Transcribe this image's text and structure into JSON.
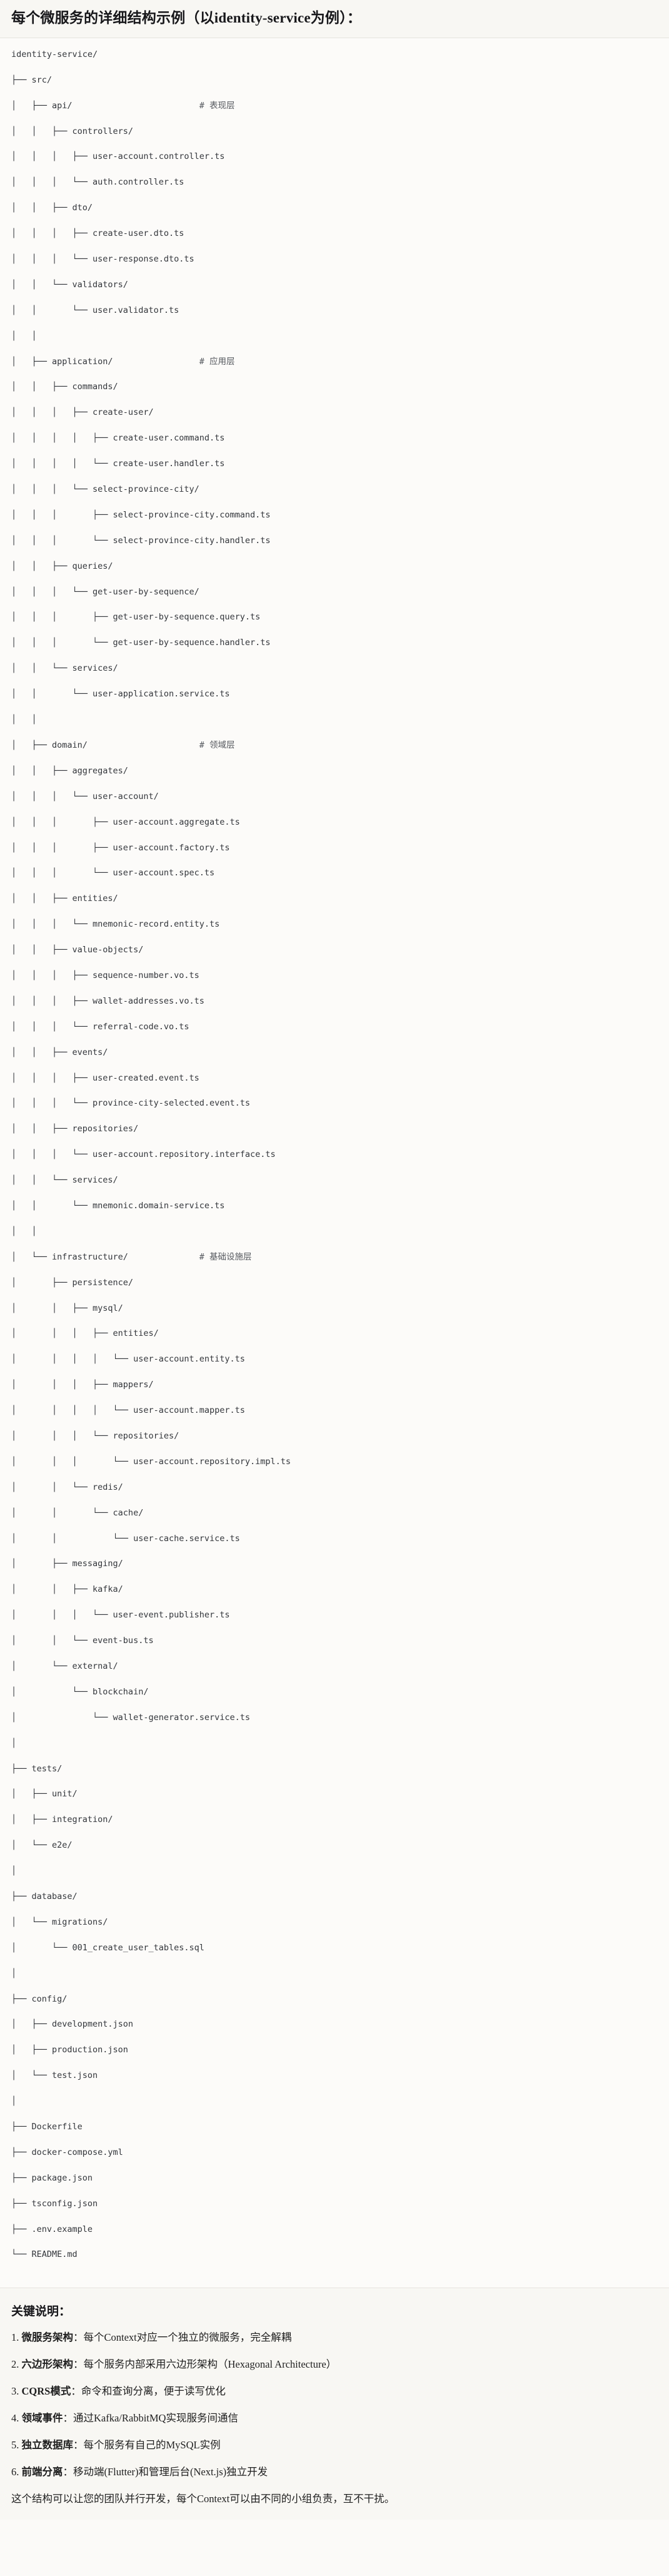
{
  "header": {
    "title": "每个微服务的详细结构示例（以identity-service为例）："
  },
  "tree": {
    "root": "identity-service/",
    "comments": {
      "api": "# 表现层",
      "application": "# 应用层",
      "domain": "# 领域层",
      "infrastructure": "# 基础设施层"
    },
    "lines": [
      {
        "text": "identity-service/",
        "comment": ""
      },
      {
        "text": "├── src/",
        "comment": ""
      },
      {
        "text": "│   ├── api/",
        "comment": "# 表现层"
      },
      {
        "text": "│   │   ├── controllers/",
        "comment": ""
      },
      {
        "text": "│   │   │   ├── user-account.controller.ts",
        "comment": ""
      },
      {
        "text": "│   │   │   └── auth.controller.ts",
        "comment": ""
      },
      {
        "text": "│   │   ├── dto/",
        "comment": ""
      },
      {
        "text": "│   │   │   ├── create-user.dto.ts",
        "comment": ""
      },
      {
        "text": "│   │   │   └── user-response.dto.ts",
        "comment": ""
      },
      {
        "text": "│   │   └── validators/",
        "comment": ""
      },
      {
        "text": "│   │       └── user.validator.ts",
        "comment": ""
      },
      {
        "text": "│   │",
        "comment": ""
      },
      {
        "text": "│   ├── application/",
        "comment": "# 应用层"
      },
      {
        "text": "│   │   ├── commands/",
        "comment": ""
      },
      {
        "text": "│   │   │   ├── create-user/",
        "comment": ""
      },
      {
        "text": "│   │   │   │   ├── create-user.command.ts",
        "comment": ""
      },
      {
        "text": "│   │   │   │   └── create-user.handler.ts",
        "comment": ""
      },
      {
        "text": "│   │   │   └── select-province-city/",
        "comment": ""
      },
      {
        "text": "│   │   │       ├── select-province-city.command.ts",
        "comment": ""
      },
      {
        "text": "│   │   │       └── select-province-city.handler.ts",
        "comment": ""
      },
      {
        "text": "│   │   ├── queries/",
        "comment": ""
      },
      {
        "text": "│   │   │   └── get-user-by-sequence/",
        "comment": ""
      },
      {
        "text": "│   │   │       ├── get-user-by-sequence.query.ts",
        "comment": ""
      },
      {
        "text": "│   │   │       └── get-user-by-sequence.handler.ts",
        "comment": ""
      },
      {
        "text": "│   │   └── services/",
        "comment": ""
      },
      {
        "text": "│   │       └── user-application.service.ts",
        "comment": ""
      },
      {
        "text": "│   │",
        "comment": ""
      },
      {
        "text": "│   ├── domain/",
        "comment": "# 领域层"
      },
      {
        "text": "│   │   ├── aggregates/",
        "comment": ""
      },
      {
        "text": "│   │   │   └── user-account/",
        "comment": ""
      },
      {
        "text": "│   │   │       ├── user-account.aggregate.ts",
        "comment": ""
      },
      {
        "text": "│   │   │       ├── user-account.factory.ts",
        "comment": ""
      },
      {
        "text": "│   │   │       └── user-account.spec.ts",
        "comment": ""
      },
      {
        "text": "│   │   ├── entities/",
        "comment": ""
      },
      {
        "text": "│   │   │   └── mnemonic-record.entity.ts",
        "comment": ""
      },
      {
        "text": "│   │   ├── value-objects/",
        "comment": ""
      },
      {
        "text": "│   │   │   ├── sequence-number.vo.ts",
        "comment": ""
      },
      {
        "text": "│   │   │   ├── wallet-addresses.vo.ts",
        "comment": ""
      },
      {
        "text": "│   │   │   └── referral-code.vo.ts",
        "comment": ""
      },
      {
        "text": "│   │   ├── events/",
        "comment": ""
      },
      {
        "text": "│   │   │   ├── user-created.event.ts",
        "comment": ""
      },
      {
        "text": "│   │   │   └── province-city-selected.event.ts",
        "comment": ""
      },
      {
        "text": "│   │   ├── repositories/",
        "comment": ""
      },
      {
        "text": "│   │   │   └── user-account.repository.interface.ts",
        "comment": ""
      },
      {
        "text": "│   │   └── services/",
        "comment": ""
      },
      {
        "text": "│   │       └── mnemonic.domain-service.ts",
        "comment": ""
      },
      {
        "text": "│   │",
        "comment": ""
      },
      {
        "text": "│   └── infrastructure/",
        "comment": "# 基础设施层"
      },
      {
        "text": "│       ├── persistence/",
        "comment": ""
      },
      {
        "text": "│       │   ├── mysql/",
        "comment": ""
      },
      {
        "text": "│       │   │   ├── entities/",
        "comment": ""
      },
      {
        "text": "│       │   │   │   └── user-account.entity.ts",
        "comment": ""
      },
      {
        "text": "│       │   │   ├── mappers/",
        "comment": ""
      },
      {
        "text": "│       │   │   │   └── user-account.mapper.ts",
        "comment": ""
      },
      {
        "text": "│       │   │   └── repositories/",
        "comment": ""
      },
      {
        "text": "│       │   │       └── user-account.repository.impl.ts",
        "comment": ""
      },
      {
        "text": "│       │   └── redis/",
        "comment": ""
      },
      {
        "text": "│       │       └── cache/",
        "comment": ""
      },
      {
        "text": "│       │           └── user-cache.service.ts",
        "comment": ""
      },
      {
        "text": "│       ├── messaging/",
        "comment": ""
      },
      {
        "text": "│       │   ├── kafka/",
        "comment": ""
      },
      {
        "text": "│       │   │   └── user-event.publisher.ts",
        "comment": ""
      },
      {
        "text": "│       │   └── event-bus.ts",
        "comment": ""
      },
      {
        "text": "│       └── external/",
        "comment": ""
      },
      {
        "text": "│           └── blockchain/",
        "comment": ""
      },
      {
        "text": "│               └── wallet-generator.service.ts",
        "comment": ""
      },
      {
        "text": "│",
        "comment": ""
      },
      {
        "text": "├── tests/",
        "comment": ""
      },
      {
        "text": "│   ├── unit/",
        "comment": ""
      },
      {
        "text": "│   ├── integration/",
        "comment": ""
      },
      {
        "text": "│   └── e2e/",
        "comment": ""
      },
      {
        "text": "│",
        "comment": ""
      },
      {
        "text": "├── database/",
        "comment": ""
      },
      {
        "text": "│   └── migrations/",
        "comment": ""
      },
      {
        "text": "│       └── 001_create_user_tables.sql",
        "comment": ""
      },
      {
        "text": "│",
        "comment": ""
      },
      {
        "text": "├── config/",
        "comment": ""
      },
      {
        "text": "│   ├── development.json",
        "comment": ""
      },
      {
        "text": "│   ├── production.json",
        "comment": ""
      },
      {
        "text": "│   └── test.json",
        "comment": ""
      },
      {
        "text": "│",
        "comment": ""
      },
      {
        "text": "├── Dockerfile",
        "comment": ""
      },
      {
        "text": "├── docker-compose.yml",
        "comment": ""
      },
      {
        "text": "├── package.json",
        "comment": ""
      },
      {
        "text": "├── tsconfig.json",
        "comment": ""
      },
      {
        "text": "├── .env.example",
        "comment": ""
      },
      {
        "text": "└── README.md",
        "comment": ""
      }
    ]
  },
  "notes": {
    "heading": "关键说明：",
    "items": [
      {
        "num": "1.",
        "term": "微服务架构",
        "sep": "：",
        "desc": "每个Context对应一个独立的微服务，完全解耦"
      },
      {
        "num": "2.",
        "term": "六边形架构",
        "sep": "：",
        "desc": "每个服务内部采用六边形架构（Hexagonal Architecture）"
      },
      {
        "num": "3.",
        "term": "CQRS模式",
        "sep": "：",
        "desc": "命令和查询分离，便于读写优化"
      },
      {
        "num": "4.",
        "term": "领域事件",
        "sep": "：",
        "desc": "通过Kafka/RabbitMQ实现服务间通信"
      },
      {
        "num": "5.",
        "term": "独立数据库",
        "sep": "：",
        "desc": "每个服务有自己的MySQL实例"
      },
      {
        "num": "6.",
        "term": "前端分离",
        "sep": "：",
        "desc": "移动端(Flutter)和管理后台(Next.js)独立开发"
      }
    ],
    "closing": "这个结构可以让您的团队并行开发，每个Context可以由不同的小组负责，互不干扰。"
  }
}
